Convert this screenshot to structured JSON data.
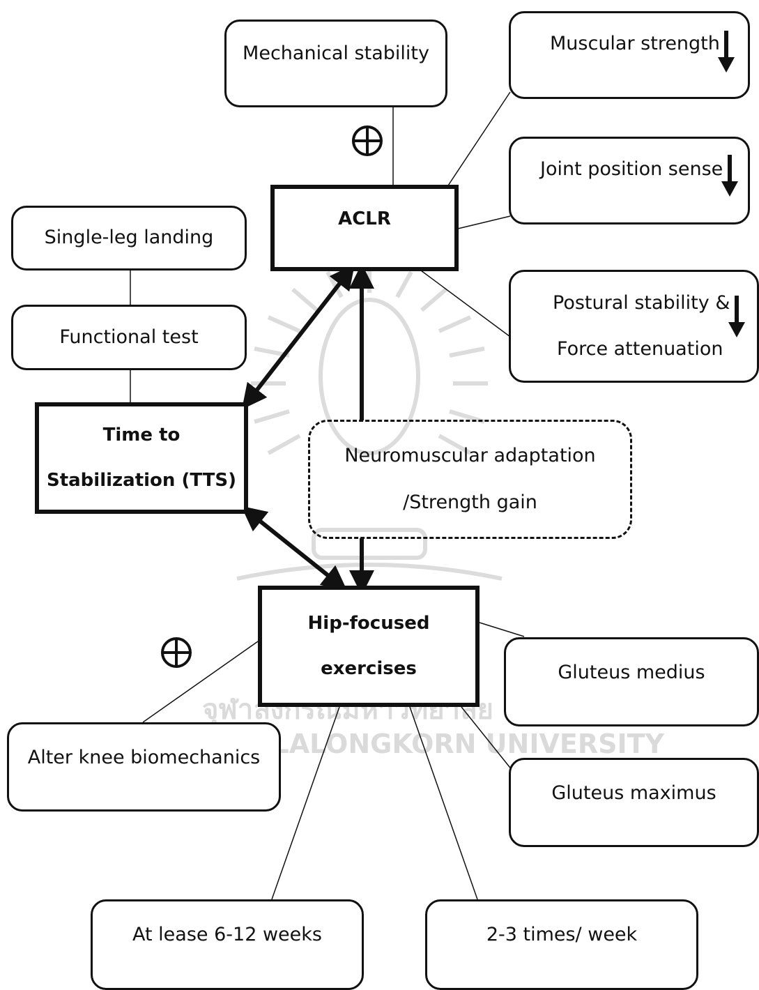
{
  "watermark": {
    "thai_text": "จุฬาลงกรณ์มหาวิทยาลัย",
    "english_text": "CHULALONGKORN UNIVERSITY"
  },
  "nodes": {
    "mechanical_stability": "Mechanical stability",
    "muscular_strength": "Muscular strength",
    "joint_position_sense": "Joint position sense",
    "aclr": "ACLR",
    "single_leg_landing": "Single-leg landing",
    "functional_test": "Functional test",
    "postural_stability": [
      "Postural stability &",
      "Force attenuation"
    ],
    "tts": [
      "Time to",
      "Stabilization (TTS)"
    ],
    "neuromuscular": [
      "Neuromuscular adaptation",
      "/Strength gain"
    ],
    "hip_focused": [
      "Hip-focused",
      "exercises"
    ],
    "gluteus_medius": "Gluteus medius",
    "gluteus_maximus": "Gluteus maximus",
    "alter_knee": "Alter knee biomechanics",
    "duration": "At lease 6-12 weeks",
    "frequency": "2-3 times/ week"
  },
  "symbols": {
    "positive_effect": "circle-plus-icon",
    "decrease": "down-arrow-icon"
  },
  "colors": {
    "stroke": "#111111",
    "watermark": "#d4d4d4"
  }
}
